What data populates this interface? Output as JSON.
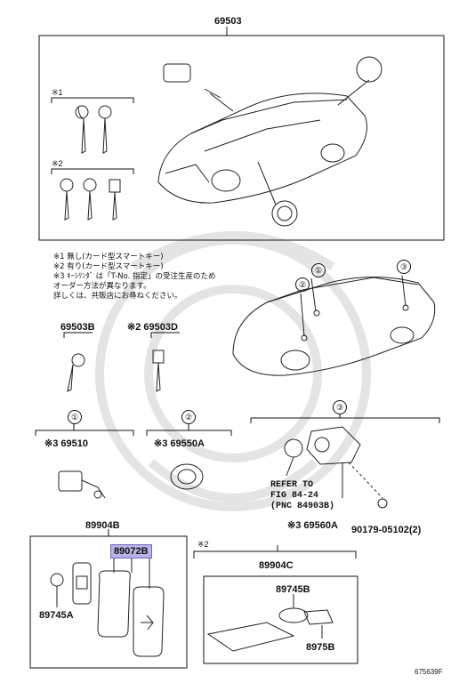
{
  "labels": {
    "top_part": "69503",
    "mark1": "※1",
    "mark2": "※2",
    "part_69503b": "69503B",
    "part_69503d": "※2 69503D",
    "circle1": "①",
    "circle2": "②",
    "circle3": "③",
    "part_69510": "※3 69510",
    "part_69550a": "※3 69550A",
    "refer_line1": "REFER TO",
    "refer_line2": "FIG 84-24",
    "refer_line3": "(PNC  84903B)",
    "part_69560a": "※3 69560A",
    "part_90179": "90179-05102(2)",
    "part_89904b": "89904B",
    "part_89072b": "89072B",
    "part_89745a": "89745A",
    "mark2_lower": "※2",
    "part_89904c": "89904C",
    "part_89745b": "89745B",
    "part_8975b": "8975B",
    "figure_id": "675639F"
  },
  "notes": [
    "※1  無し(カード型スマートキー)",
    "※2  有り(カード型スマートキー)",
    "※3  ｷｰｼﾘﾝﾀﾞ は「T-No. 指定」の受注生産のため",
    "      オーダー方法が異なります。",
    "      詳しくは、共販店にお尋ねください。"
  ],
  "colors": {
    "highlight": "#b7b3e6",
    "line": "#111111",
    "watermark": "#e6e6e6"
  }
}
